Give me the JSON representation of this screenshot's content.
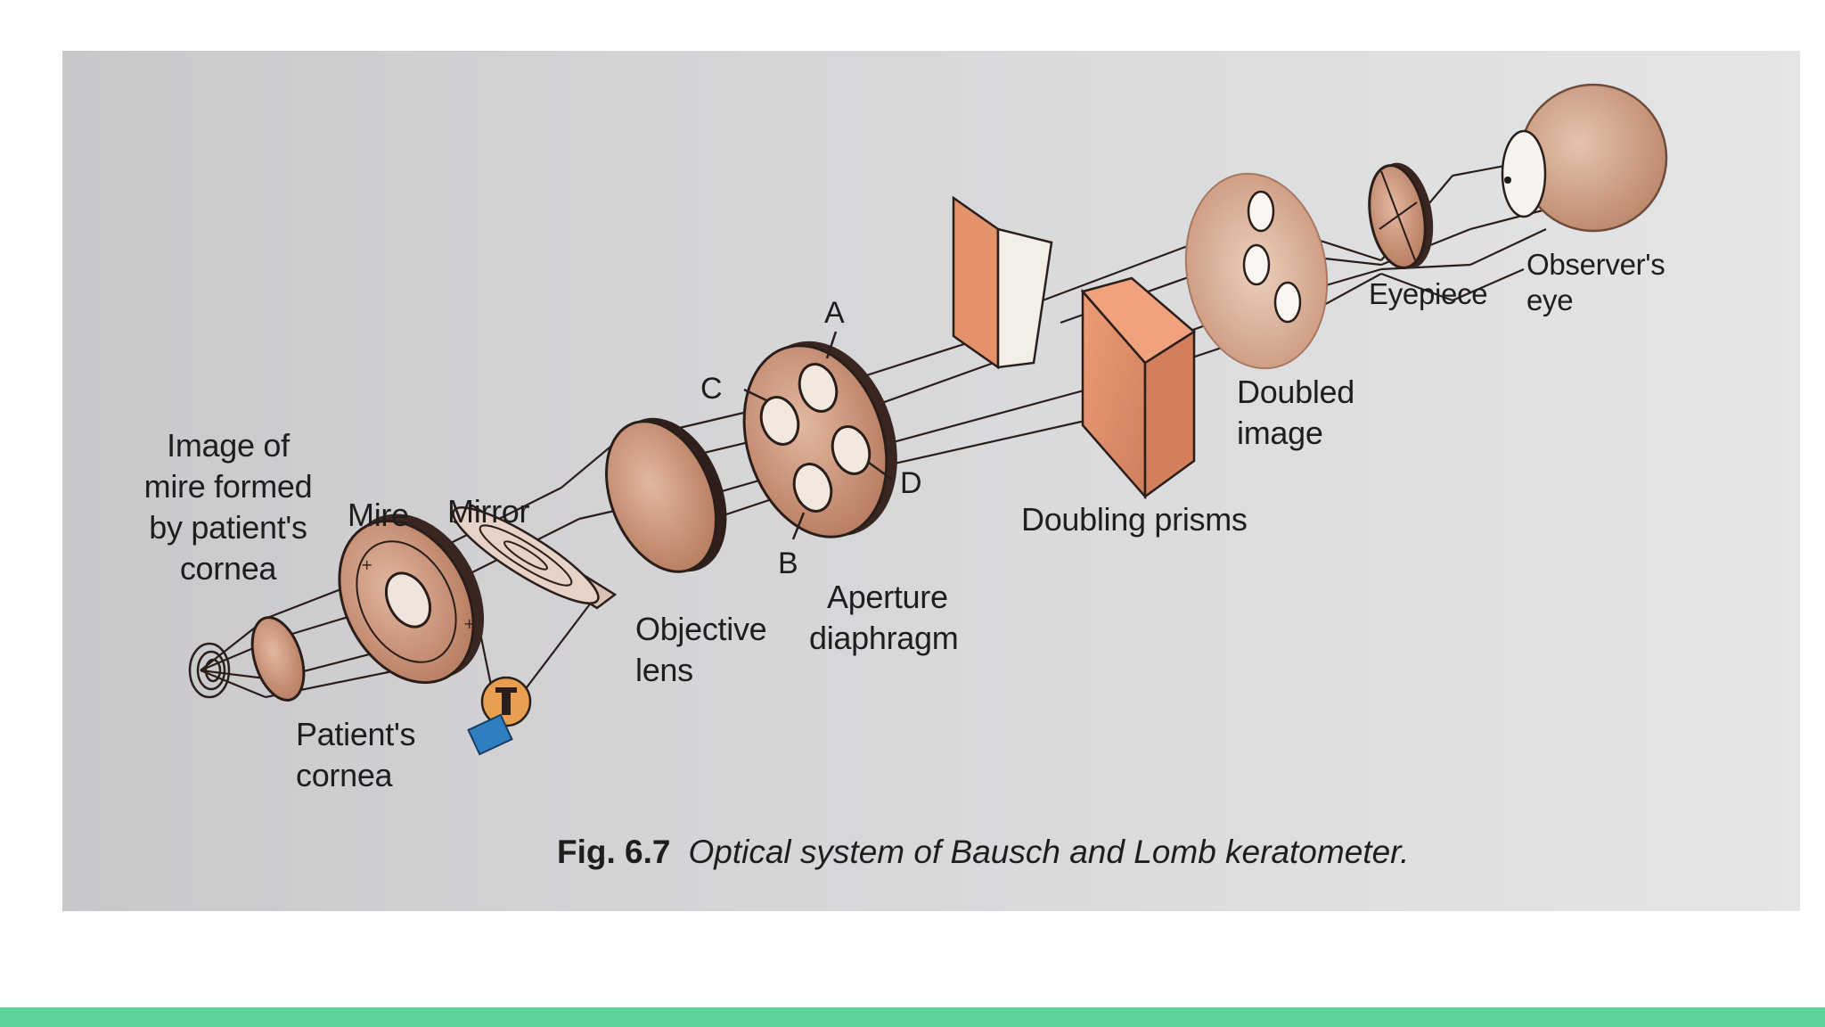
{
  "labels": {
    "image_of_mire": [
      "Image of",
      "mire formed",
      "by patient's",
      "cornea"
    ],
    "mire": "Mire",
    "mirror": "Mirror",
    "patients_cornea": [
      "Patient's",
      "cornea"
    ],
    "objective_lens": [
      "Objective",
      "lens"
    ],
    "aperture_diaphragm": [
      "Aperture",
      "diaphragm"
    ],
    "aperture_a": "A",
    "aperture_b": "B",
    "aperture_c": "C",
    "aperture_d": "D",
    "doubling_prisms": "Doubling prisms",
    "doubled_image": [
      "Doubled",
      "image"
    ],
    "eyepiece": "Eyepiece",
    "observers_eye": [
      "Observer's",
      "eye"
    ]
  },
  "caption": {
    "figure_number": "Fig. 6.7",
    "text": "Optical system of Bausch and Lomb keratometer."
  },
  "colors": {
    "component_fill": "#c9866a",
    "prism_fill": "#e0906a",
    "outline": "#2a1e1a",
    "bulb": "#e8a050",
    "bulb_base": "#2f7fc0",
    "accent_bar": "#5fd19a"
  }
}
